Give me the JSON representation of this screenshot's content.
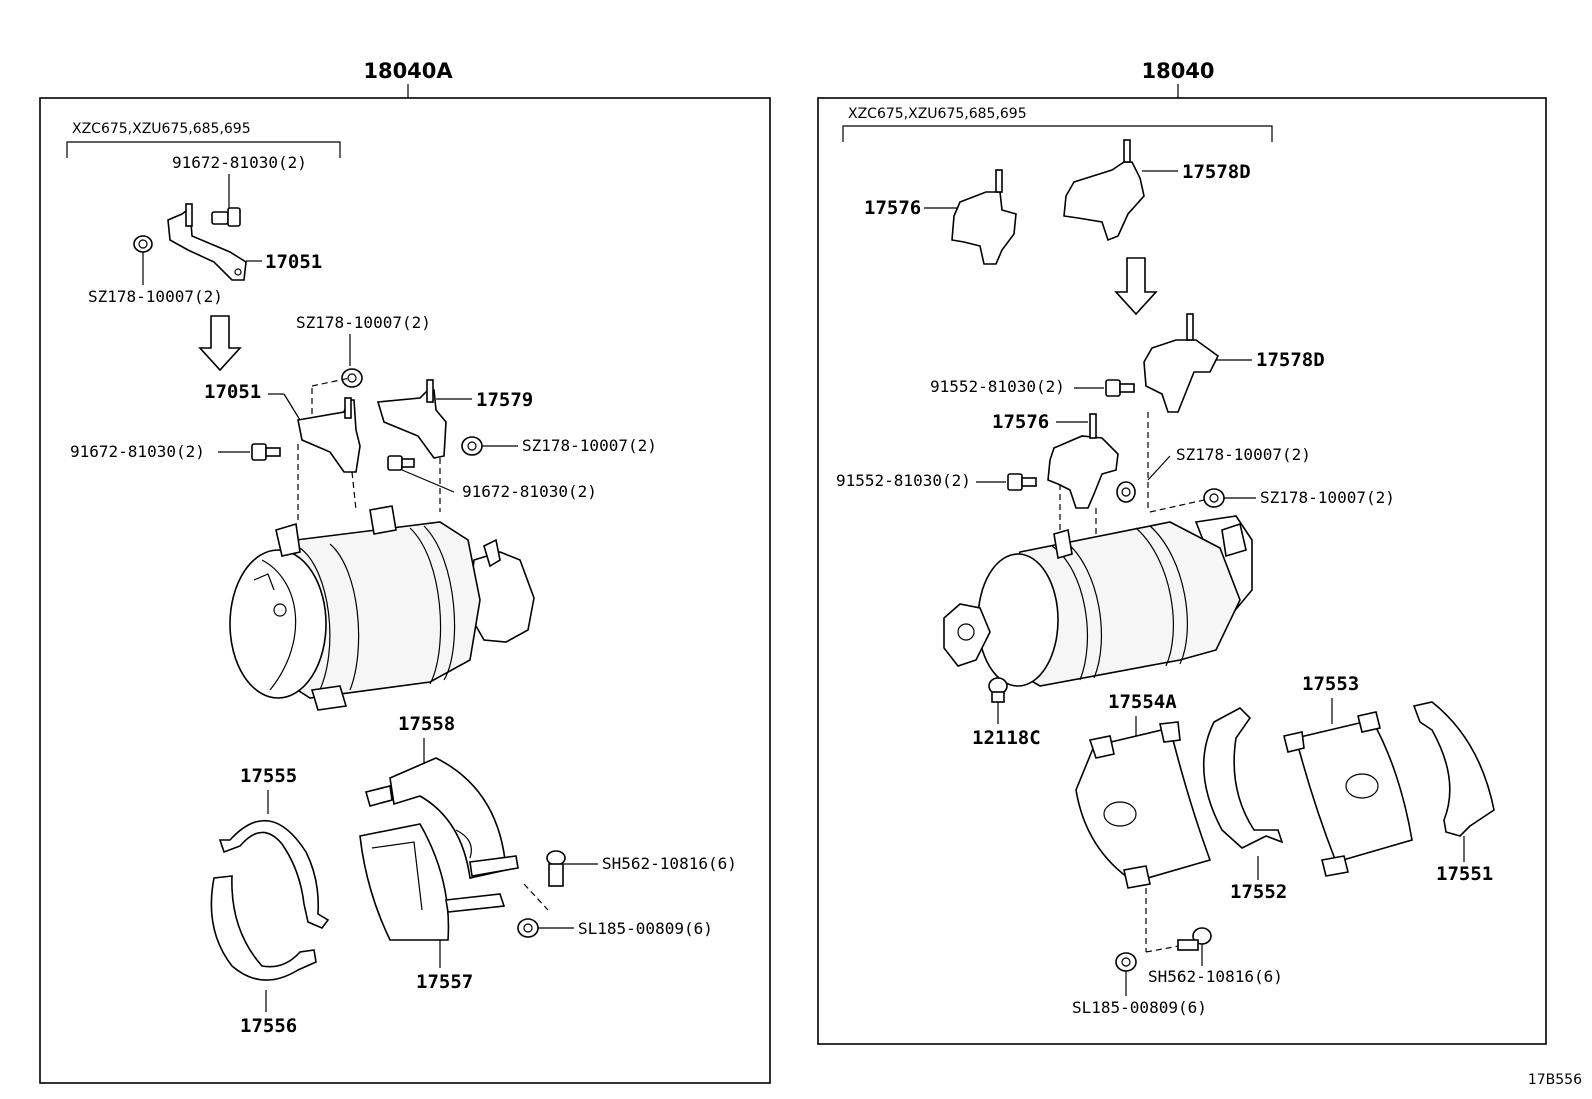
{
  "diagram": {
    "figure_code": "17B556",
    "left_panel": {
      "assembly_number": "18040A",
      "model_note": "XZC675,XZU675,685,695",
      "callouts": {
        "bolt_top": "91672-81030(2)",
        "bracket_top": "17051",
        "nut_top": "SZ178-10007(2)",
        "nut_mid": "SZ178-10007(2)",
        "bracket_mid": "17051",
        "bracket_right": "17579",
        "bolt_left": "91672-81030(2)",
        "nut_right": "SZ178-10007(2)",
        "bolt_right": "91672-81030(2)",
        "insulator_top": "17558",
        "band_top": "17555",
        "band_bottom": "17556",
        "insulator_bottom": "17557",
        "screw": "SH562-10816(6)",
        "nut_small": "SL185-00809(6)"
      }
    },
    "right_panel": {
      "assembly_number": "18040",
      "model_note": "XZC675,XZU675,685,695",
      "callouts": {
        "bracket_top_left": "17576",
        "bracket_top_right": "17578D",
        "bracket_mid_right": "17578D",
        "bolt_upper": "91552-81030(2)",
        "bracket_mid_left": "17576",
        "nut_a": "SZ178-10007(2)",
        "bolt_lower": "91552-81030(2)",
        "nut_b": "SZ178-10007(2)",
        "plug": "12118C",
        "insulator_a": "17554A",
        "insulator_b": "17553",
        "band_a": "17552",
        "band_b": "17551",
        "screw": "SH562-10816(6)",
        "nut_small": "SL185-00809(6)"
      }
    }
  }
}
